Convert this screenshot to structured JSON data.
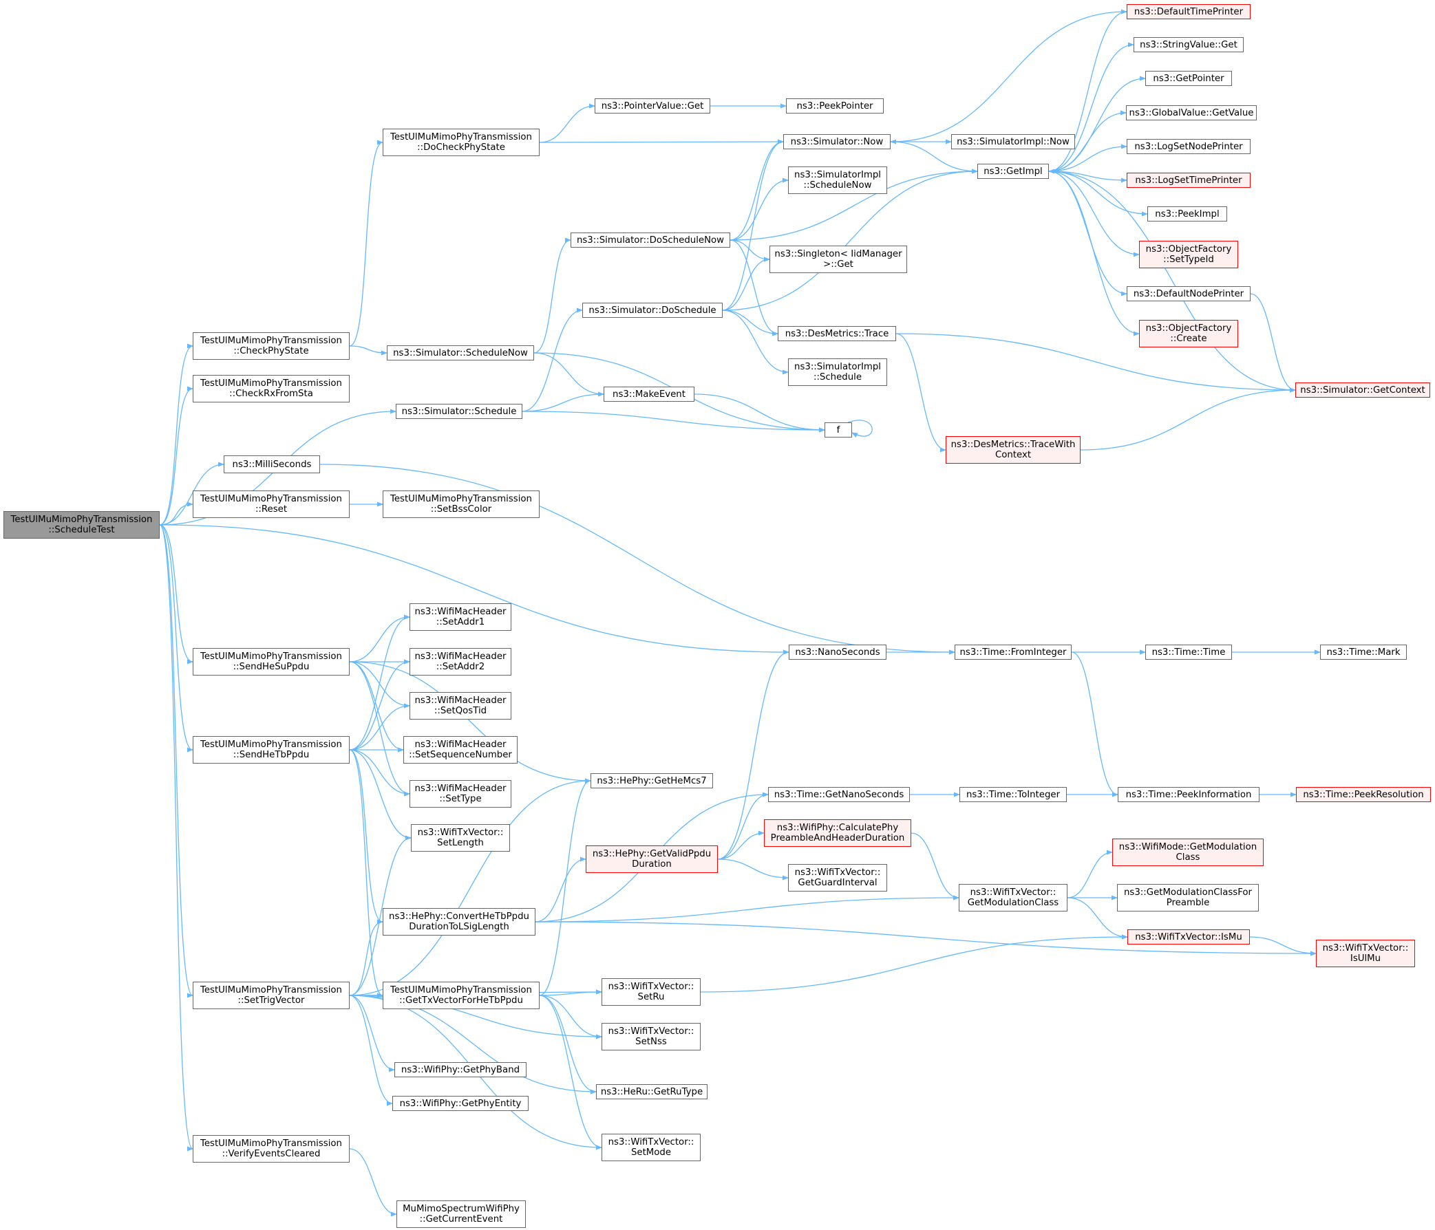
{
  "colors": {
    "edge": "#63b8ff",
    "border": "#666666",
    "red_border": "#ff0000",
    "red_fill": "#fff0f0",
    "root_fill": "#999999"
  },
  "nodes": {
    "schedule_test": [
      "TestUlMuMimoPhyTransmission",
      "::ScheduleTest"
    ],
    "check_phy_state": [
      "TestUlMuMimoPhyTransmission",
      "::CheckPhyState"
    ],
    "check_rx_from_sta": [
      "TestUlMuMimoPhyTransmission",
      "::CheckRxFromSta"
    ],
    "milliseconds": [
      "ns3::MilliSeconds"
    ],
    "reset": [
      "TestUlMuMimoPhyTransmission",
      "::Reset"
    ],
    "send_he_su_ppdu": [
      "TestUlMuMimoPhyTransmission",
      "::SendHeSuPpdu"
    ],
    "send_he_tb_ppdu": [
      "TestUlMuMimoPhyTransmission",
      "::SendHeTbPpdu"
    ],
    "set_trig_vector": [
      "TestUlMuMimoPhyTransmission",
      "::SetTrigVector"
    ],
    "verify_events_cleared": [
      "TestUlMuMimoPhyTransmission",
      "::VerifyEventsCleared"
    ],
    "do_check_phy_state": [
      "TestUlMuMimoPhyTransmission",
      "::DoCheckPhyState"
    ],
    "sim_schedule_now": [
      "ns3::Simulator::ScheduleNow"
    ],
    "sim_schedule": [
      "ns3::Simulator::Schedule"
    ],
    "set_bss_color": [
      "TestUlMuMimoPhyTransmission",
      "::SetBssColor"
    ],
    "set_addr1": [
      "ns3::WifiMacHeader",
      "::SetAddr1"
    ],
    "set_addr2": [
      "ns3::WifiMacHeader",
      "::SetAddr2"
    ],
    "set_qos_tid": [
      "ns3::WifiMacHeader",
      "::SetQosTid"
    ],
    "set_sequence_number": [
      "ns3::WifiMacHeader",
      "::SetSequenceNumber"
    ],
    "set_type": [
      "ns3::WifiMacHeader",
      "::SetType"
    ],
    "set_length": [
      "ns3::WifiTxVector::",
      "SetLength"
    ],
    "convert_he_tb": [
      "ns3::HePhy::ConvertHeTbPpdu",
      "DurationToLSigLength"
    ],
    "get_tx_vector_he_tb": [
      "TestUlMuMimoPhyTransmission",
      "::GetTxVectorForHeTbPpdu"
    ],
    "get_phy_band": [
      "ns3::WifiPhy::GetPhyBand"
    ],
    "get_phy_entity": [
      "ns3::WifiPhy::GetPhyEntity"
    ],
    "get_current_event": [
      "MuMimoSpectrumWifiPhy",
      "::GetCurrentEvent"
    ],
    "pointer_value_get": [
      "ns3::PointerValue::Get"
    ],
    "do_schedule_now": [
      "ns3::Simulator::DoScheduleNow"
    ],
    "do_schedule": [
      "ns3::Simulator::DoSchedule"
    ],
    "make_event": [
      "ns3::MakeEvent"
    ],
    "he_phy_get_he_mcs7": [
      "ns3::HePhy::GetHeMcs7"
    ],
    "he_phy_get_valid_ppdu": [
      "ns3::HePhy::GetValidPpdu",
      "Duration"
    ],
    "tx_set_ru": [
      "ns3::WifiTxVector::",
      "SetRu"
    ],
    "tx_set_nss": [
      "ns3::WifiTxVector::",
      "SetNss"
    ],
    "he_ru_get_ru_type": [
      "ns3::HeRu::GetRuType"
    ],
    "tx_set_mode": [
      "ns3::WifiTxVector::",
      "SetMode"
    ],
    "peek_pointer": [
      "ns3::PeekPointer"
    ],
    "sim_now": [
      "ns3::Simulator::Now"
    ],
    "sim_impl_schedule_now": [
      "ns3::SimulatorImpl",
      "::ScheduleNow"
    ],
    "singleton_get": [
      "ns3::Singleton< IidManager",
      ">::Get"
    ],
    "des_metrics_trace": [
      "ns3::DesMetrics::Trace"
    ],
    "sim_impl_schedule": [
      "ns3::SimulatorImpl",
      "::Schedule"
    ],
    "f": [
      "f"
    ],
    "nanoseconds": [
      "ns3::NanoSeconds"
    ],
    "time_get_nanoseconds": [
      "ns3::Time::GetNanoSeconds"
    ],
    "calc_preamble": [
      "ns3::WifiPhy::CalculatePhy",
      "PreambleAndHeaderDuration"
    ],
    "tx_get_guard_interval": [
      "ns3::WifiTxVector::",
      "GetGuardInterval"
    ],
    "sim_impl_now": [
      "ns3::SimulatorImpl::Now"
    ],
    "get_impl": [
      "ns3::GetImpl"
    ],
    "trace_with_context": [
      "ns3::DesMetrics::TraceWith",
      "Context"
    ],
    "time_from_integer": [
      "ns3::Time::FromInteger"
    ],
    "time_to_integer": [
      "ns3::Time::ToInteger"
    ],
    "tx_get_modulation_class": [
      "ns3::WifiTxVector::",
      "GetModulationClass"
    ],
    "default_time_printer": [
      "ns3::DefaultTimePrinter"
    ],
    "string_value_get": [
      "ns3::StringValue::Get"
    ],
    "get_pointer": [
      "ns3::GetPointer"
    ],
    "global_value_get_value": [
      "ns3::GlobalValue::GetValue"
    ],
    "log_set_node_printer": [
      "ns3::LogSetNodePrinter"
    ],
    "log_set_time_printer": [
      "ns3::LogSetTimePrinter"
    ],
    "peek_impl": [
      "ns3::PeekImpl"
    ],
    "object_factory_set_type_id": [
      "ns3::ObjectFactory",
      "::SetTypeId"
    ],
    "default_node_printer": [
      "ns3::DefaultNodePrinter"
    ],
    "object_factory_create": [
      "ns3::ObjectFactory",
      "::Create"
    ],
    "time_time": [
      "ns3::Time::Time"
    ],
    "time_peek_information": [
      "ns3::Time::PeekInformation"
    ],
    "wifi_mode_get_modulation": [
      "ns3::WifiMode::GetModulation",
      "Class"
    ],
    "get_modulation_class_for_preamble": [
      "ns3::GetModulationClassFor",
      "Preamble"
    ],
    "tx_is_mu": [
      "ns3::WifiTxVector::IsMu"
    ],
    "sim_get_context": [
      "ns3::Simulator::GetContext"
    ],
    "time_mark": [
      "ns3::Time::Mark"
    ],
    "time_peek_resolution": [
      "ns3::Time::PeekResolution"
    ],
    "tx_is_ul_mu": [
      "ns3::WifiTxVector::",
      "IsUlMu"
    ]
  }
}
